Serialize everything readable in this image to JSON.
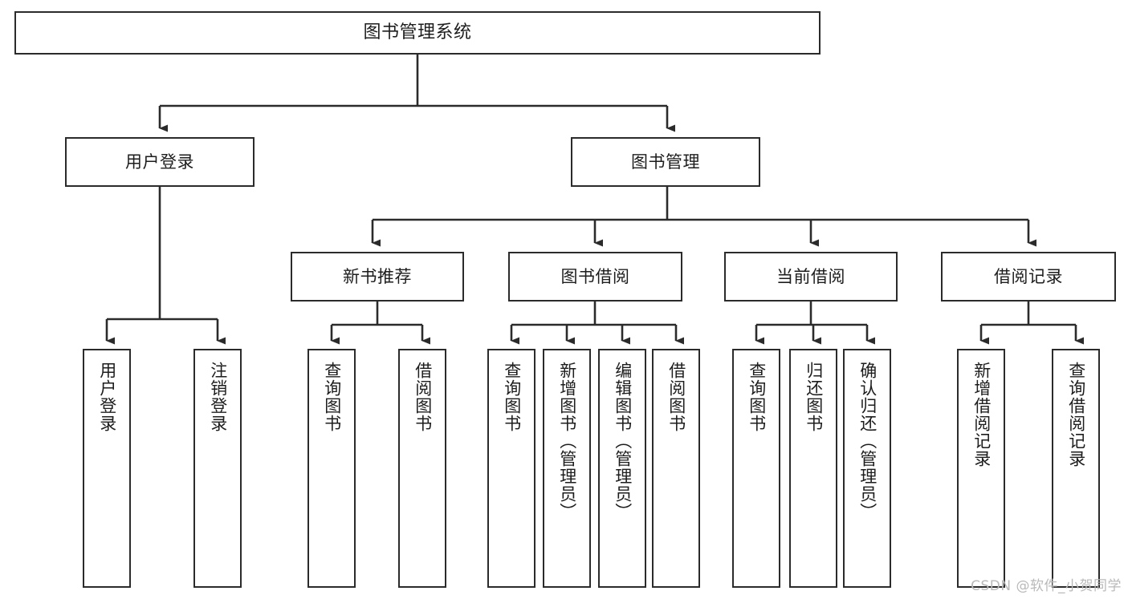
{
  "diagram": {
    "title": "图书管理系统",
    "type": "tree-hierarchy-diagram",
    "theme": {
      "background": "#ffffff",
      "box_stroke": "#2b2b2b",
      "box_fill": "#ffffff",
      "text": "#1d1d1d",
      "connector": "#2b2b2b",
      "watermark_text": "#b9b9b9"
    },
    "root": {
      "label": "图书管理系统"
    },
    "level2": [
      {
        "label": "用户登录"
      },
      {
        "label": "图书管理"
      }
    ],
    "level3": [
      {
        "label": "新书推荐"
      },
      {
        "label": "图书借阅"
      },
      {
        "label": "当前借阅"
      },
      {
        "label": "借阅记录"
      }
    ],
    "leaves": {
      "user_login": [
        {
          "label": "用户登录"
        },
        {
          "label": "注销登录"
        }
      ],
      "new_book_recommend": [
        {
          "label": "查询图书"
        },
        {
          "label": "借阅图书"
        }
      ],
      "book_borrow": [
        {
          "label": "查询图书"
        },
        {
          "label": "新增图书（管理员）"
        },
        {
          "label": "编辑图书（管理员）"
        },
        {
          "label": "借阅图书"
        }
      ],
      "current_borrow": [
        {
          "label": "查询图书"
        },
        {
          "label": "归还图书"
        },
        {
          "label": "确认归还（管理员）"
        }
      ],
      "borrow_record": [
        {
          "label": "新增借阅记录"
        },
        {
          "label": "查询借阅记录"
        }
      ]
    },
    "watermark": "CSDN @软件_小贺同学"
  }
}
